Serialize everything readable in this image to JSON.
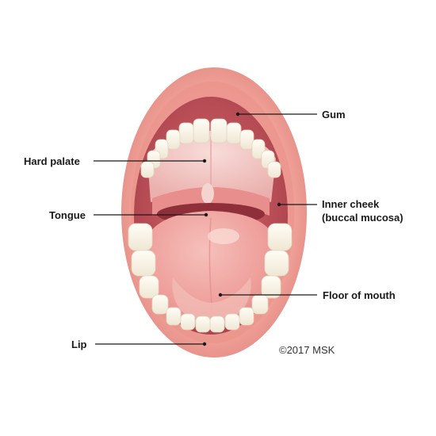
{
  "labels": {
    "gum": "Gum",
    "hard_palate": "Hard palate",
    "inner_cheek_line1": "Inner cheek",
    "inner_cheek_line2": "(buccal mucosa)",
    "tongue": "Tongue",
    "floor_of_mouth": "Floor of mouth",
    "lip": "Lip"
  },
  "copyright": "©2017 MSK",
  "colors": {
    "lip": "#ef9f96",
    "lip_dark": "#e0847c",
    "mouth_interior": "#c4525a",
    "palate": "#f2c5c2",
    "tongue": "#f0a8a4",
    "teeth": "#fbf7ec",
    "leader": "#1a1a1a"
  }
}
